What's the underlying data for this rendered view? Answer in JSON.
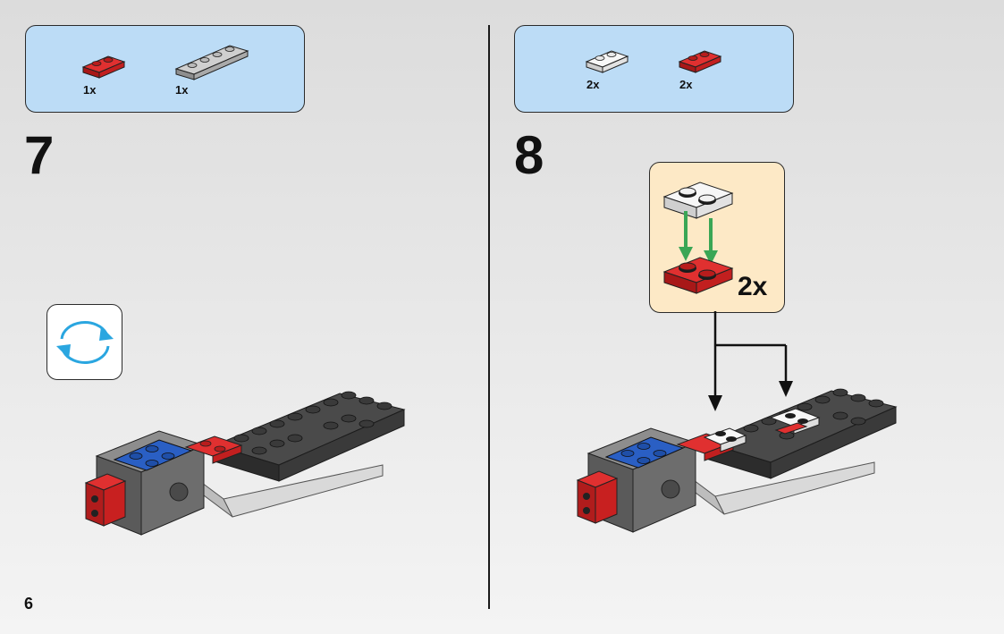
{
  "page": {
    "number": "6"
  },
  "step7": {
    "number": "7",
    "parts": [
      {
        "icon": "red-plate-1x2",
        "qty": "1x",
        "color": "#cc1f1f"
      },
      {
        "icon": "gray-plate-1x4",
        "qty": "1x",
        "color": "#a7a7a7"
      }
    ],
    "rotate_icon": "rotate-model-icon"
  },
  "step8": {
    "number": "8",
    "parts": [
      {
        "icon": "white-plate-1x2",
        "qty": "2x",
        "color": "#f2f2f2"
      },
      {
        "icon": "red-plate-1x2",
        "qty": "2x",
        "color": "#cc1f1f"
      }
    ],
    "callout": {
      "qty": "2x"
    }
  },
  "colors": {
    "parts_box": "#bcdcf6",
    "callout": "#fde9c6",
    "arrow_green": "#3aa655",
    "rotate_blue": "#2aa6e0",
    "brick_dark": "#3f3f3f",
    "brick_red": "#cc1f1f",
    "brick_blue": "#2a5fc4",
    "brick_gray": "#8d8d8d"
  }
}
